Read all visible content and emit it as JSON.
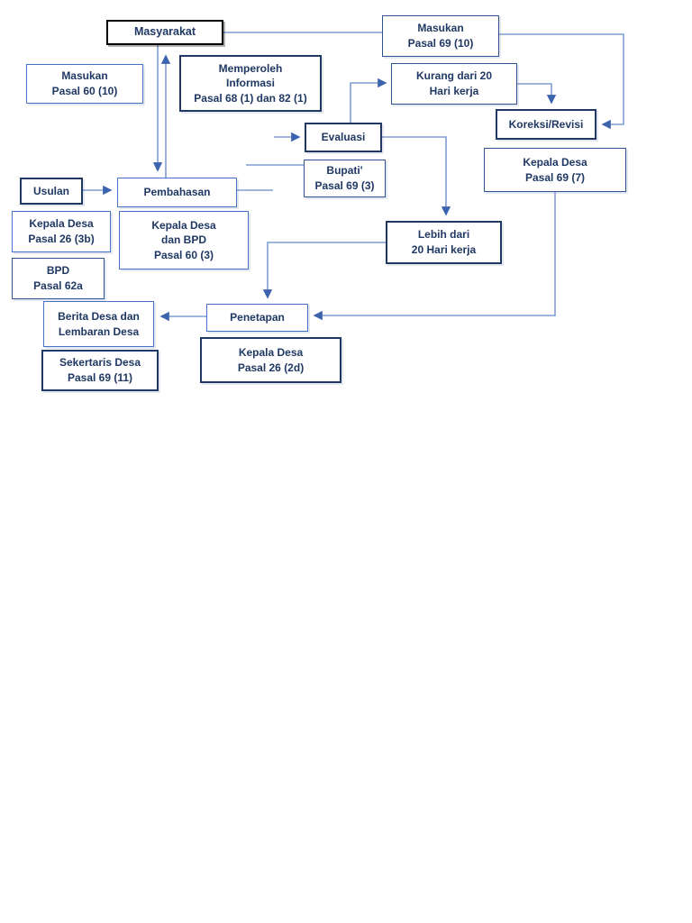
{
  "diagram_title": "Bagan proses peraturan desa (flowchart)",
  "colors": {
    "background": "#ffffff",
    "box_border_blue": "#4472C4",
    "box_border_mid": "#2F5496",
    "box_border_navy": "#1F3864",
    "box_border_black": "#000000",
    "text": "#1F3864",
    "connector_line": "#7E9DD2",
    "arrowhead": "#3C63AE"
  },
  "nodes": {
    "masyarakat": {
      "label": "Masyarakat"
    },
    "masukan60": {
      "lines": [
        "Masukan",
        "Pasal 60 (10)"
      ]
    },
    "memperoleh": {
      "lines": [
        "Memperoleh",
        "Informasi",
        "Pasal 68 (1) dan 82 (1)"
      ]
    },
    "masukan69": {
      "lines": [
        "Masukan",
        "Pasal 69 (10)"
      ]
    },
    "kurang": {
      "lines": [
        "Kurang dari 20",
        "Hari kerja"
      ]
    },
    "koreksi": {
      "label": "Koreksi/Revisi"
    },
    "evaluasi": {
      "label": "Evaluasi"
    },
    "bupati": {
      "lines": [
        "Bupati'",
        "Pasal 69 (3)"
      ]
    },
    "kepala69_7": {
      "lines": [
        "Kepala Desa",
        "Pasal 69 (7)"
      ]
    },
    "usulan": {
      "label": "Usulan"
    },
    "pembahasan": {
      "label": "Pembahasan"
    },
    "kepala26_3b": {
      "lines": [
        "Kepala Desa",
        "Pasal 26 (3b)"
      ]
    },
    "bpd62a": {
      "lines": [
        "BPD",
        "Pasal 62a"
      ]
    },
    "kepala_bpd60_3": {
      "lines": [
        "Kepala Desa",
        "dan BPD",
        "Pasal 60 (3)"
      ]
    },
    "lebih": {
      "lines": [
        "Lebih dari",
        "20 Hari kerja"
      ]
    },
    "penetapan": {
      "label": "Penetapan"
    },
    "kepala26_2d": {
      "lines": [
        "Kepala Desa",
        "Pasal 26 (2d)"
      ]
    },
    "berita": {
      "lines": [
        "Berita Desa dan",
        "Lembaran Desa"
      ]
    },
    "sekertaris": {
      "lines": [
        "Sekertaris Desa",
        "Pasal 69 (11)"
      ]
    }
  },
  "edges": [
    "Masyarakat — Masukan Pasal 69 (10)",
    "Masukan Pasal 69 (10) → Koreksi/Revisi",
    "Kurang dari 20 Hari kerja → Koreksi/Revisi",
    "Evaluasi → Kurang dari 20 Hari kerja",
    "→ Evaluasi",
    "Pembahasan — (ke kanan)",
    "Pembahasan — Bupati Pasal 69 (3)",
    "Evaluasi → Lebih dari 20 Hari kerja",
    "Lebih dari 20 Hari kerja → Penetapan",
    "Kepala Desa Pasal 69 (7) → Penetapan",
    "Penetapan → Berita Desa dan Lembaran Desa",
    "Usulan → Pembahasan",
    "Masyarakat → Pembahasan",
    "Pembahasan → Masyarakat"
  ]
}
